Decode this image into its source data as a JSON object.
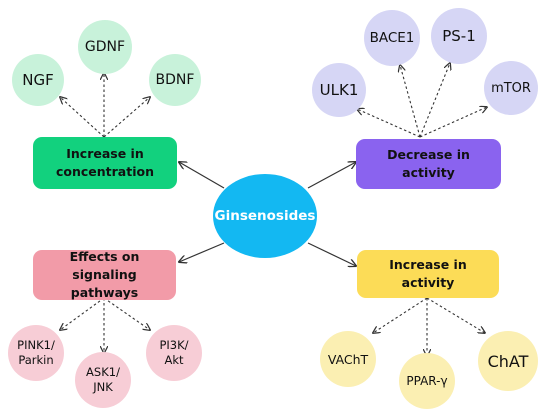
{
  "center": {
    "label": "Ginsenosides"
  },
  "groups": {
    "top_left": {
      "label": "Increase in concentration",
      "color": "#12d17e",
      "items": [
        "NGF",
        "GDNF",
        "BDNF"
      ]
    },
    "top_right": {
      "label": "Decrease in activity",
      "color": "#8a63ef",
      "items": [
        "ULK1",
        "BACE1",
        "PS-1",
        "mTOR"
      ]
    },
    "bottom_left": {
      "label": "Effects on signaling pathways",
      "color": "#f29ba8",
      "items": [
        "PINK1/ Parkin",
        "ASK1/ JNK",
        "PI3K/ Akt"
      ]
    },
    "bottom_right": {
      "label": "Increase in activity",
      "color": "#fcdc57",
      "items": [
        "VAChT",
        "PPAR-γ",
        "ChAT"
      ]
    }
  },
  "colors": {
    "center": "#13b8f2",
    "green_light": "#c8f2da",
    "blue_light": "#d6d6f5",
    "pink_light": "#f7cdd6",
    "yellow_light": "#fbefb2"
  }
}
